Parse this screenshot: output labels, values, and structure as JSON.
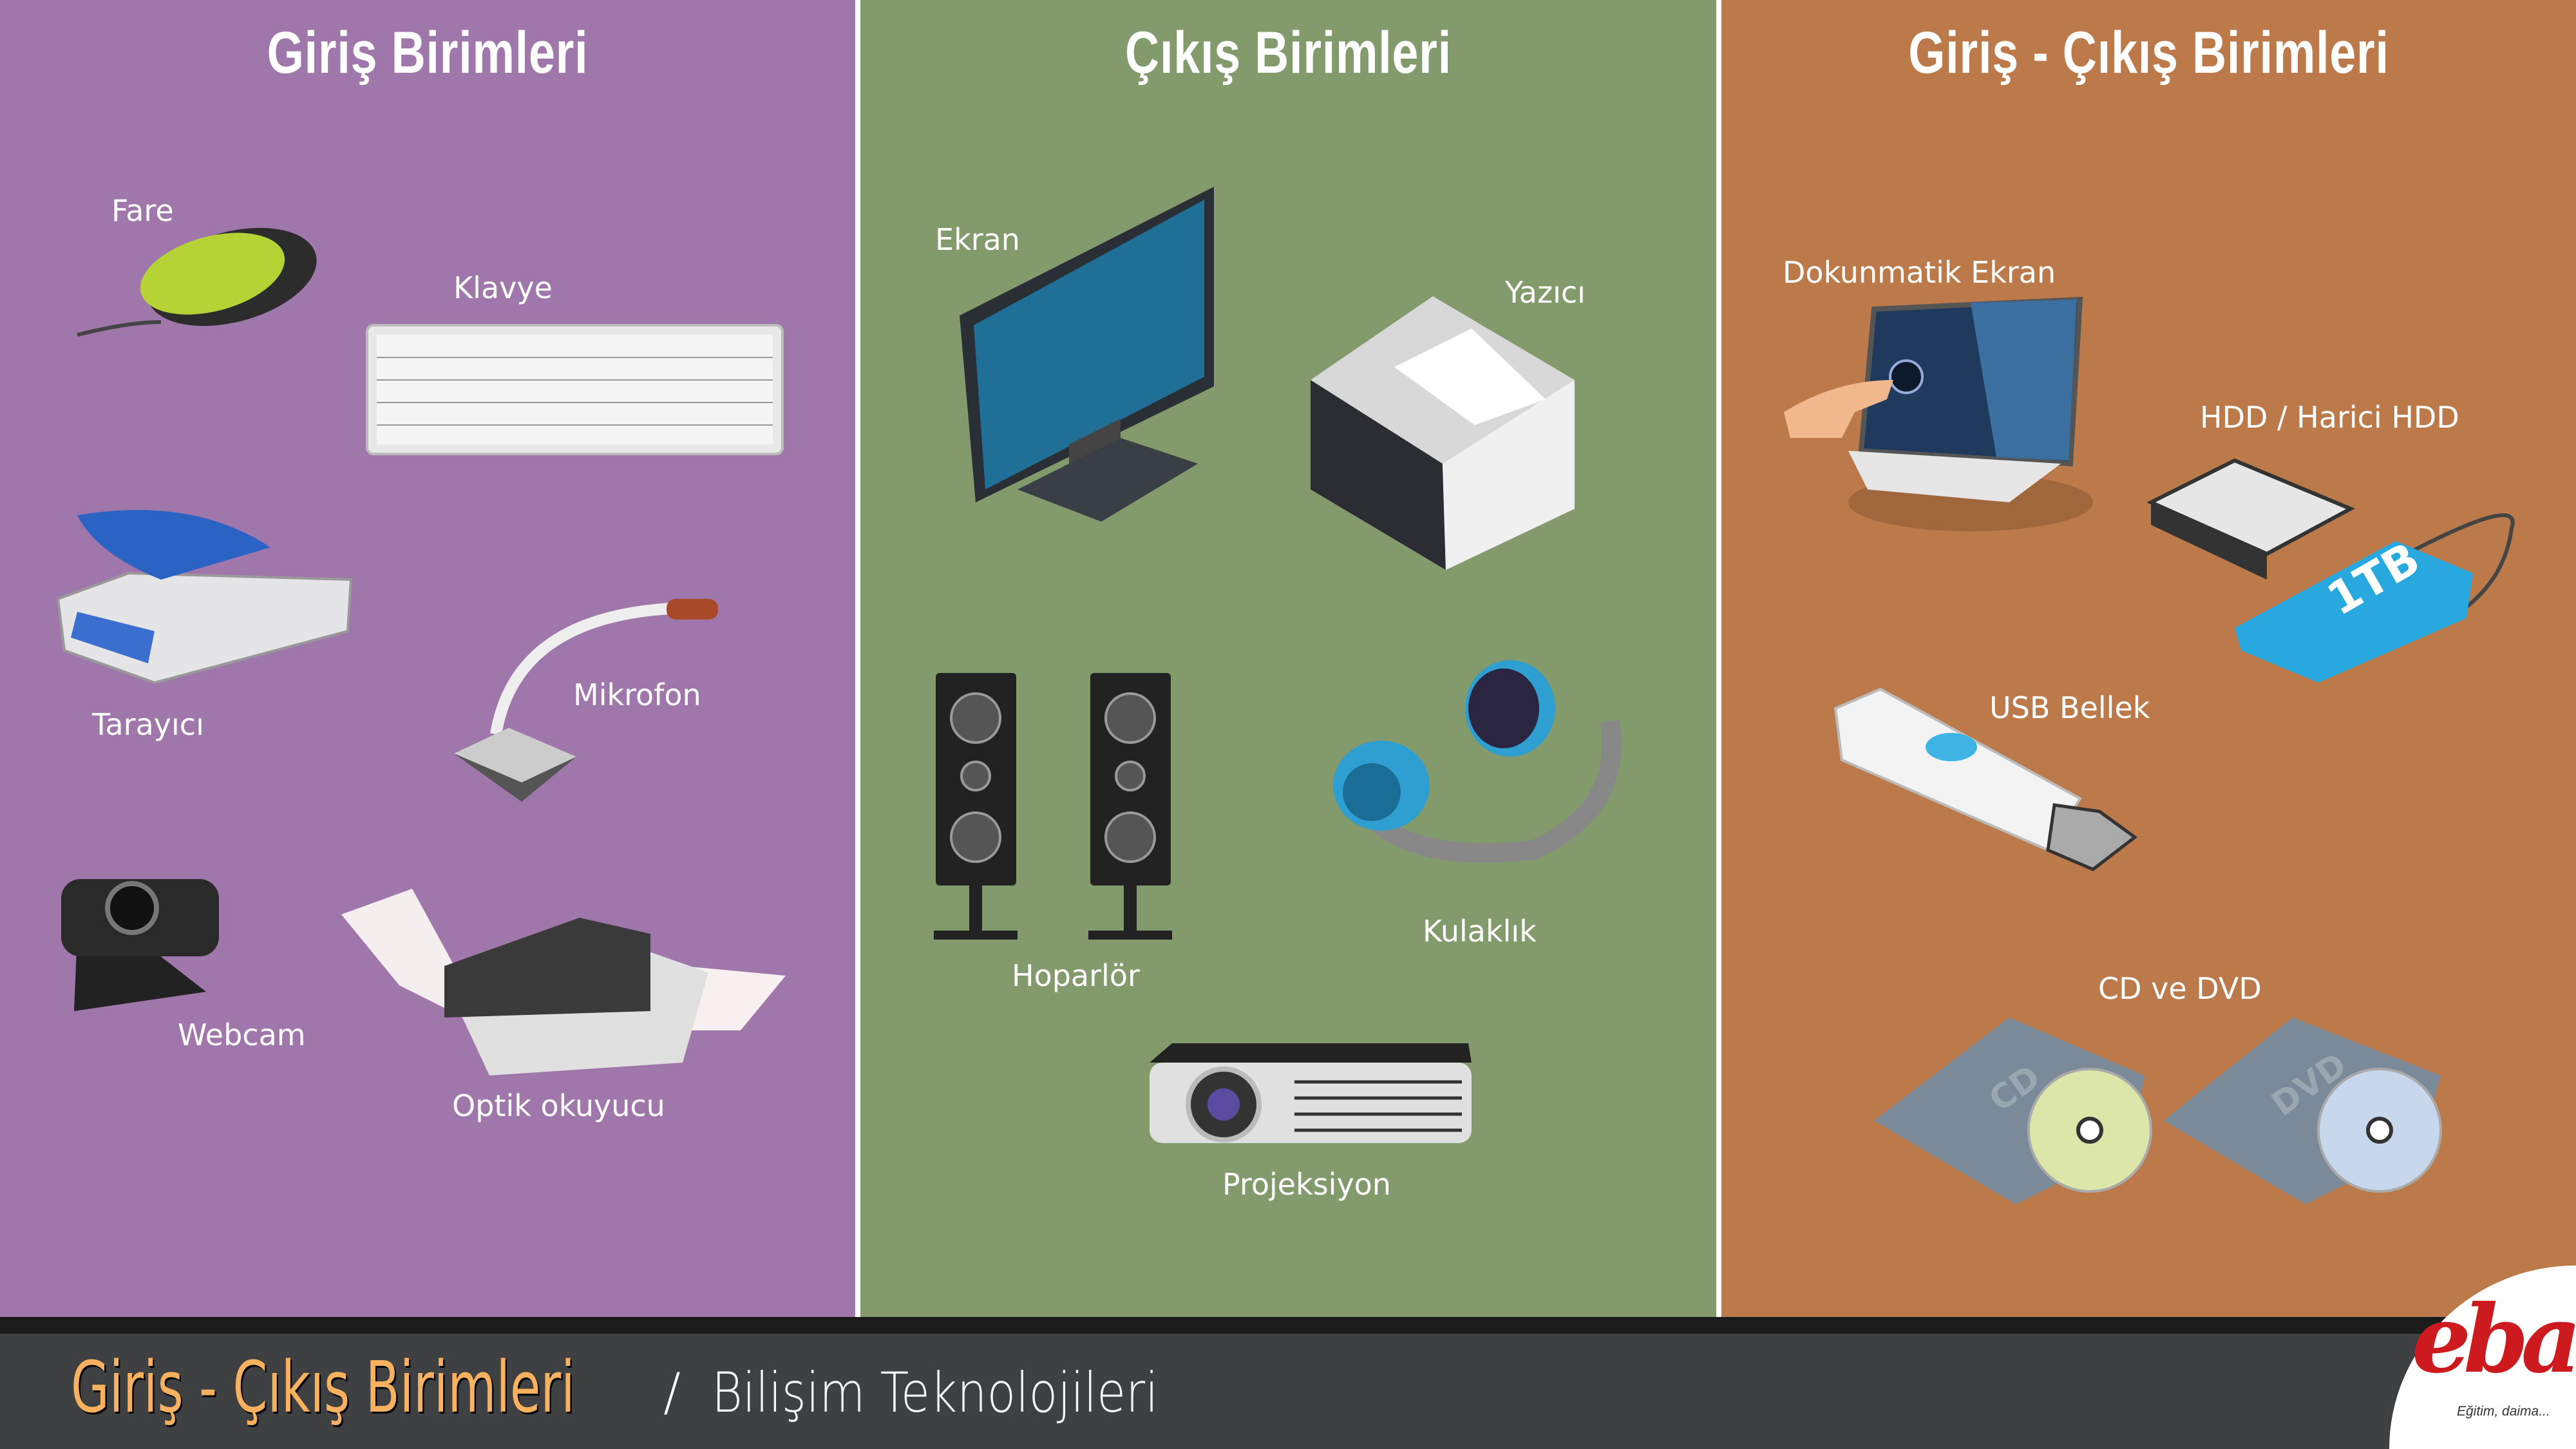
{
  "sections": [
    {
      "title": "Giriş Birimleri",
      "color": "#a077ab",
      "items": [
        "Fare",
        "Klavye",
        "Tarayıcı",
        "Mikrofon",
        "Webcam",
        "Optik okuyucu"
      ]
    },
    {
      "title": "Çıkış Birimleri",
      "color": "#839a6c",
      "items": [
        "Ekran",
        "Yazıcı",
        "Hoparlör",
        "Kulaklık",
        "Projeksiyon"
      ]
    },
    {
      "title": "Giriş - Çıkış Birimleri",
      "color": "#bc7a4a",
      "items": [
        "Dokunmatik Ekran",
        "HDD / Harici HDD",
        "USB Bellek",
        "CD ve DVD"
      ]
    }
  ],
  "devices": {
    "hdd_capacity": "1TB",
    "cd_label": "CD",
    "dvd_label": "DVD"
  },
  "footer": {
    "title": "Giriş - Çıkış Birimleri",
    "separator": "/",
    "subtitle": "Bilişim Teknolojileri",
    "title_color": "#f7b15f"
  },
  "logo": {
    "text": "eba",
    "tagline": "Eğitim, daima...",
    "color": "#cc1a1f"
  }
}
